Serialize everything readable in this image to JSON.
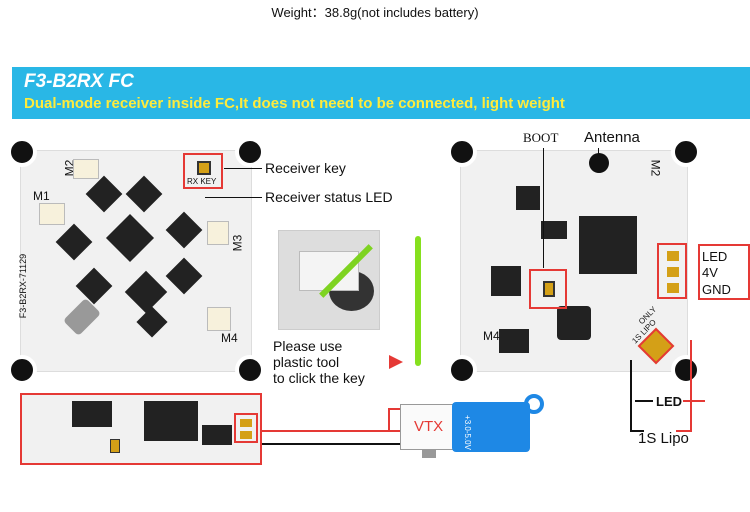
{
  "header": {
    "weight_text": "Weight：38.8g(not includes battery)"
  },
  "banner": {
    "title": "F3-B2RX FC",
    "subtitle": "Dual-mode receiver inside FC,It does not need to be connected, light weight"
  },
  "left_board": {
    "silkscreen": [
      "M2",
      "M1",
      "M3",
      "M4",
      "F3-B2RX-71129",
      "RX KEY"
    ],
    "callouts": [
      "Receiver key",
      "Receiver status LED"
    ]
  },
  "tool": {
    "hint_lines": [
      "Please use",
      "plastic tool",
      "to click the key"
    ]
  },
  "right_board": {
    "top_labels": {
      "boot": "BOOT",
      "antenna": "Antenna"
    },
    "pads": [
      "LED",
      "4V",
      "GND"
    ],
    "silkscreen": [
      "M2",
      "M4",
      "ONLY",
      "1S LIPO"
    ],
    "wire_labels": {
      "led": "LED",
      "battery": "1S Lipo"
    }
  },
  "vtx": {
    "label": "VTX",
    "module_text": "+3.0-5.0V"
  },
  "colors": {
    "banner": "#29b7e6",
    "subtitle": "#ffeb3b",
    "accent_red": "#e53935",
    "board": "#f1f1f1"
  }
}
